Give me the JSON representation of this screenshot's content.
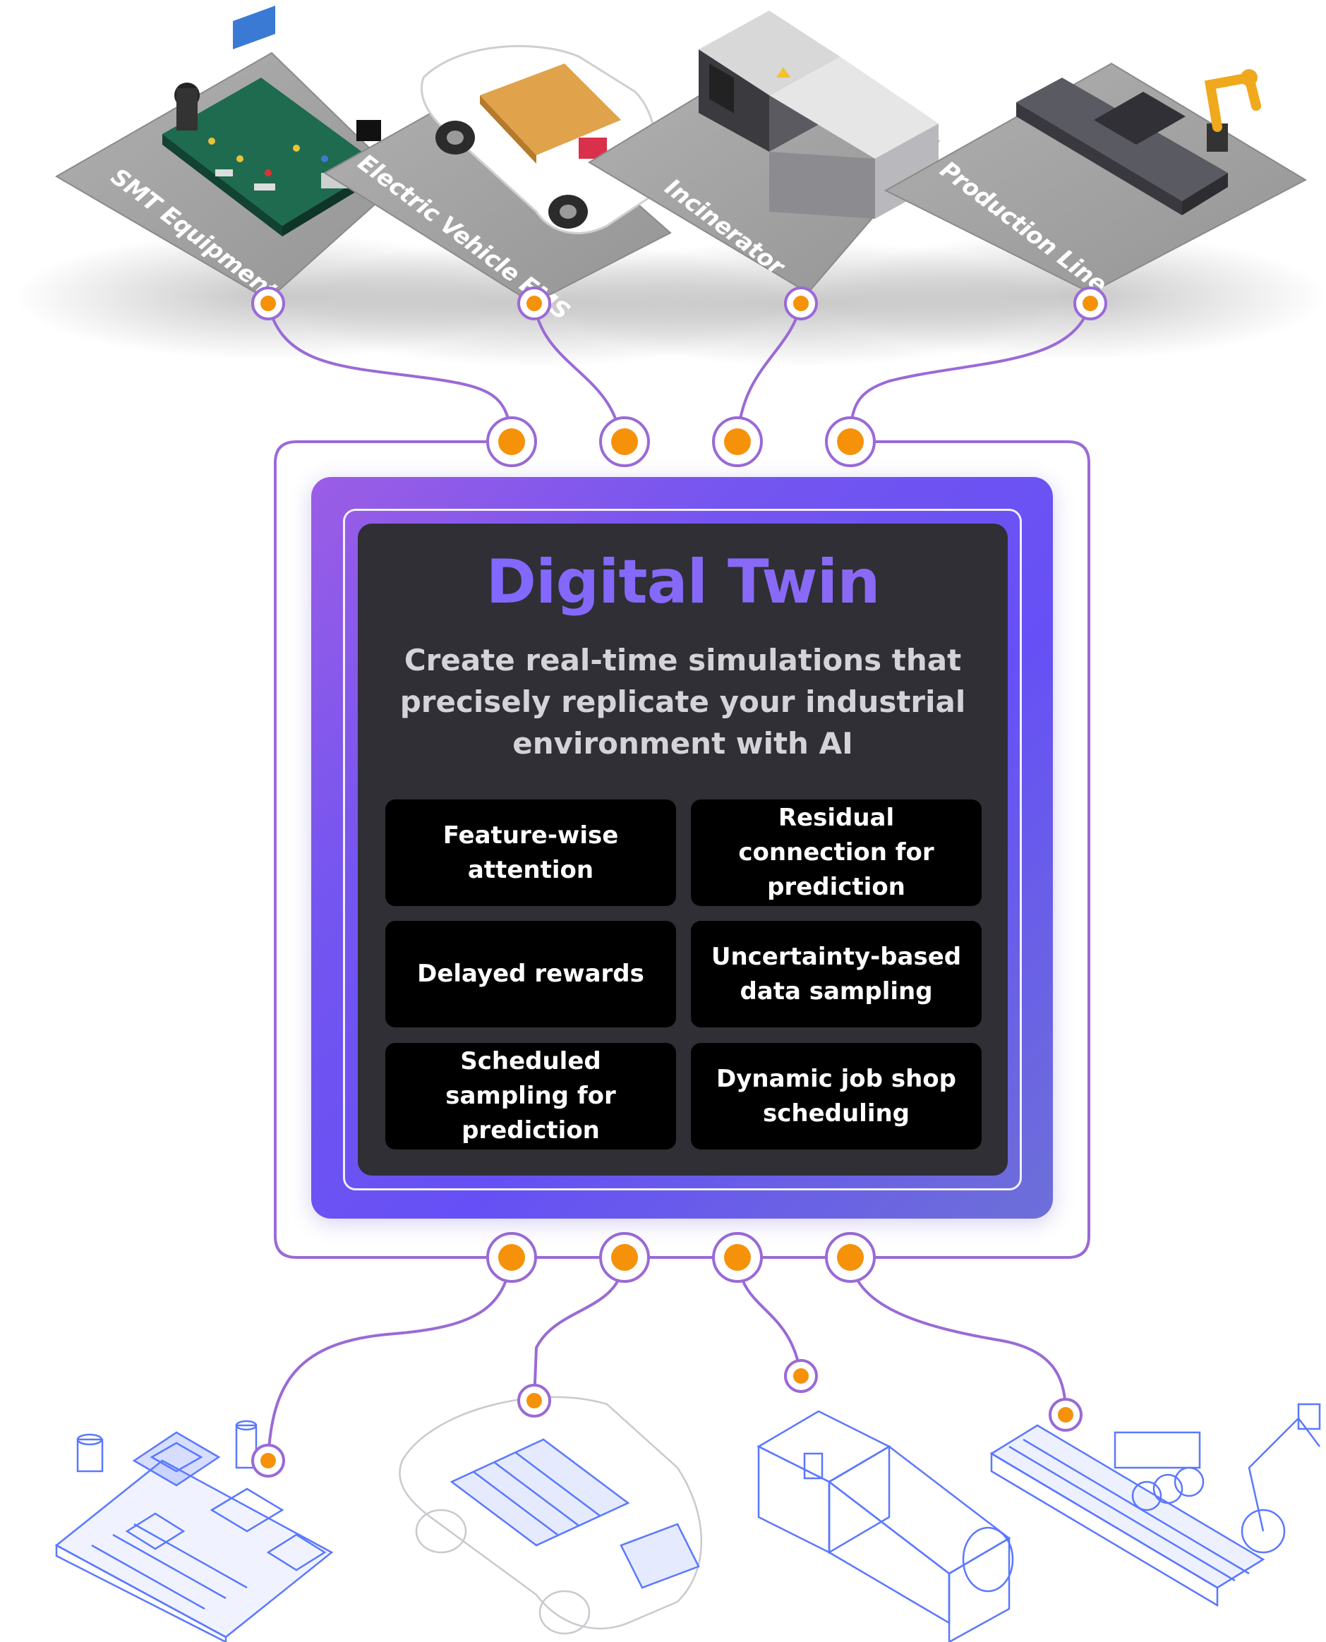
{
  "colors": {
    "accent_purple": "#7a55f5",
    "connector_line": "#9a6ad6",
    "node_orange": "#f5920a",
    "card_dark": "#2f2f35",
    "tile_black": "#000000",
    "wireframe_blue": "#5a78ff",
    "panel_gray": "#a3a3a3"
  },
  "top_panels": [
    {
      "label": "SMT Equipment",
      "icon": "circuit-board-icon"
    },
    {
      "label": "Electric Vehicle EMS",
      "icon": "electric-vehicle-icon"
    },
    {
      "label": "Incinerator",
      "icon": "incinerator-icon"
    },
    {
      "label": "Production Line",
      "icon": "robot-arm-icon"
    }
  ],
  "digital_twin": {
    "title": "Digital Twin",
    "subtitle": "Create real-time simulations that precisely replicate your industrial environment with AI",
    "features": [
      "Feature-wise attention",
      "Residual connection for prediction",
      "Delayed rewards",
      "Uncertainty-based data sampling",
      "Scheduled sampling for prediction",
      "Dynamic job shop scheduling"
    ]
  },
  "bottom_wireframes": [
    {
      "icon": "circuit-board-wireframe-icon"
    },
    {
      "icon": "electric-vehicle-wireframe-icon"
    },
    {
      "icon": "incinerator-wireframe-icon"
    },
    {
      "icon": "production-line-wireframe-icon"
    }
  ]
}
